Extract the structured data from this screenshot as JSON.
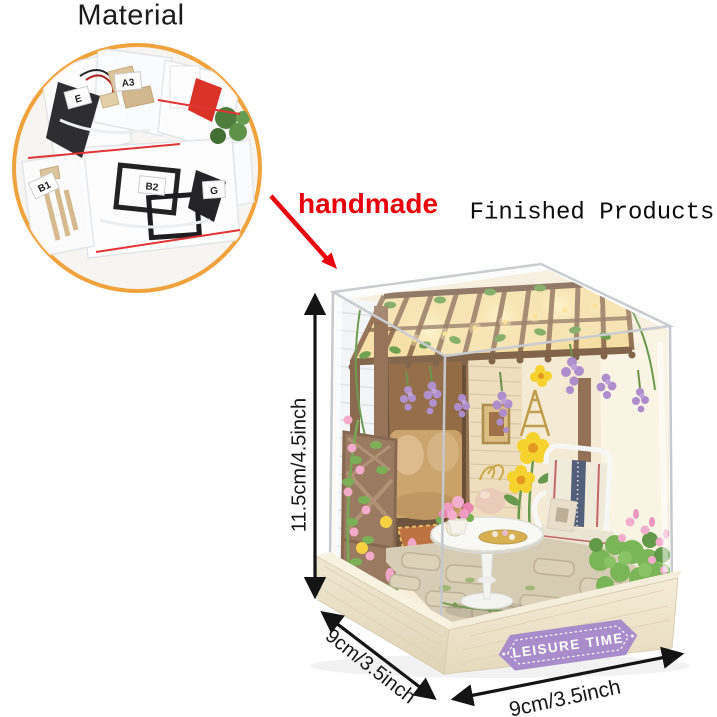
{
  "labels": {
    "material": "Material",
    "handmade": "handmade",
    "finished_products": "Finished Products"
  },
  "dimensions": {
    "height": "11.5cm/4.5inch",
    "depth": "9cm/3.5inch",
    "width": "9cm/3.5inch"
  },
  "product": {
    "plaque_text": "LEISURE TIME"
  },
  "material_kit": {
    "bag_labels": [
      "E",
      "A3",
      "B1",
      "B2",
      "G"
    ]
  },
  "colors": {
    "handmade_red": "#e8000d",
    "circle_border_orange": "#f0a23c",
    "plaque_purple": "#a98dcb",
    "dimension_black": "#141414",
    "base_wood": "#efe7d1",
    "pergola_wood": "#7d5c3e",
    "grape_purple": "#a784c8"
  }
}
